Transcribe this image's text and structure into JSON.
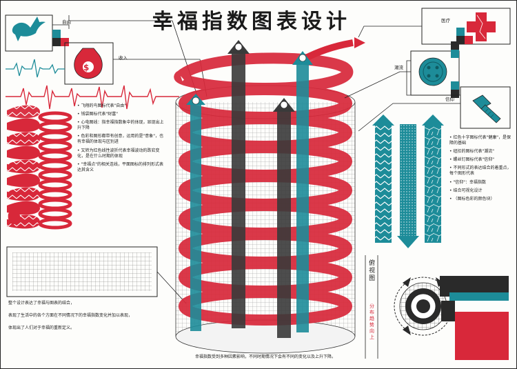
{
  "title": "幸福指数图表设计",
  "labels": {
    "freedom": "自由",
    "income": "收入",
    "medical": "医疗",
    "fashion": "潮流",
    "faith": "信仰"
  },
  "icons": {
    "bird": "bird-icon",
    "moneybag": "money-bag-icon",
    "cross": "red-cross-icon",
    "button": "clothing-button-icon",
    "bolt": "screw-bolt-icon",
    "dollar": "$"
  },
  "left_notes": [
    "飞翔的鸟图标代表\"自由\"",
    "钱袋图标代表\"财富\"",
    "心电图线：指幸福指数象中的体现，显现出上升下降",
    "色彩和图形都带有创意，运用的是\"意象\"，也有幸福的体现与区别进",
    "又转为红色线性波折代表幸福波动的跌宕变化，是在什么时期的体现",
    "\"幸福点\"的相关连线，平面图标的排列形式表达其含义"
  ],
  "right_notes": [
    "红色十字图标代表\"健康\"，是保障的基础",
    "纽扣的图标代表\"潮流\"",
    "螺丝钉图标代表\"信仰\"",
    "不同形式的表达结合的着重点，每个图形代表",
    "\"信仰\"：幸福指数",
    "结合可视化设计",
    "（图标色彩的颜色块）"
  ],
  "bottom_left_text": [
    "整个设计表达了幸福与图表的结合，",
    "表现了生活中的各个方面在不同情况下的幸福指数变化并加以表现，",
    "体现出了人们对于幸福的重新定义。"
  ],
  "bottom_center_text": "幸福指数受到多种因素影响，不同时期情况下会有不同的变化以及上升下降。",
  "top_view": {
    "label": "俯视图",
    "sub": "分布趋势向上"
  },
  "colors": {
    "red": "#d8283a",
    "teal": "#1d8c99",
    "dark": "#2a2a2a",
    "line": "#222222"
  }
}
